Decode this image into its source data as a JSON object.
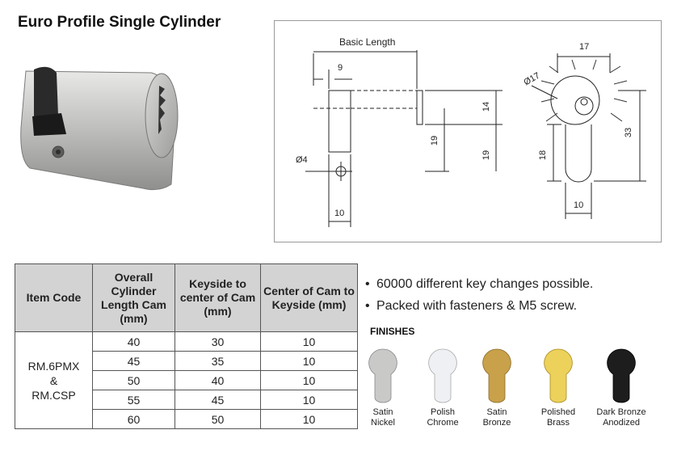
{
  "title": "Euro Profile Single Cylinder",
  "drawing": {
    "basic_length": "Basic Length",
    "d9": "9",
    "d17": "17",
    "d_phi17": "Ø17",
    "d14": "14",
    "d19a": "19",
    "d19b": "19",
    "d4": "Ø4",
    "d33": "33",
    "d18": "18",
    "d10a": "10",
    "d10b": "10"
  },
  "table": {
    "headers": [
      "Item Code",
      "Overall Cylinder Length Cam (mm)",
      "Keyside to center of Cam (mm)",
      "Center of Cam to Keyside (mm)"
    ],
    "item_code_lines": [
      "RM.6PMX",
      "&",
      "RM.CSP"
    ],
    "rows": [
      [
        "40",
        "30",
        "10"
      ],
      [
        "45",
        "35",
        "10"
      ],
      [
        "50",
        "40",
        "10"
      ],
      [
        "55",
        "45",
        "10"
      ],
      [
        "60",
        "50",
        "10"
      ]
    ]
  },
  "bullets": [
    "60000 different key changes possible.",
    "Packed with fasteners & M5 screw."
  ],
  "finishes_title": "FINISHES",
  "finishes": [
    {
      "line1": "Satin",
      "line2": "Nickel",
      "color": "#c9c9c7"
    },
    {
      "line1": "Polish",
      "line2": "Chrome",
      "color": "#eef0f3"
    },
    {
      "line1": "Satin",
      "line2": "Bronze",
      "color": "#c8a14a"
    },
    {
      "line1": "Polished",
      "line2": "Brass",
      "color": "#ecd15a"
    },
    {
      "line1": "Dark Bronze",
      "line2": "Anodized",
      "color": "#1d1d1d"
    }
  ]
}
